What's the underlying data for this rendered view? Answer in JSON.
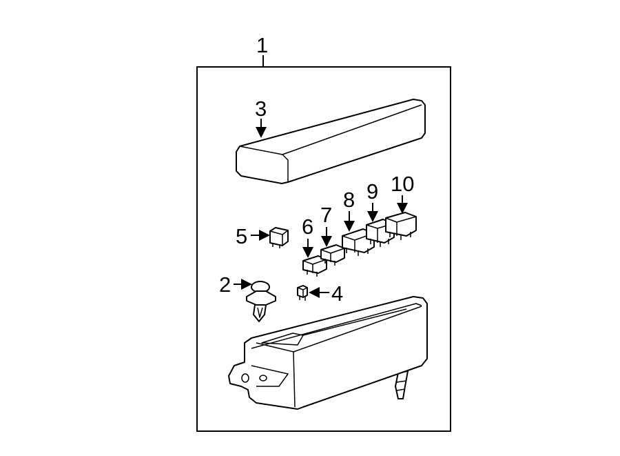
{
  "callouts": {
    "assembly": "1",
    "clip": "2",
    "cover": "3",
    "fuse_small": "4",
    "fuse_large": "5",
    "relay_6": "6",
    "relay_7": "7",
    "relay_8": "8",
    "relay_9": "9",
    "relay_10": "10"
  }
}
